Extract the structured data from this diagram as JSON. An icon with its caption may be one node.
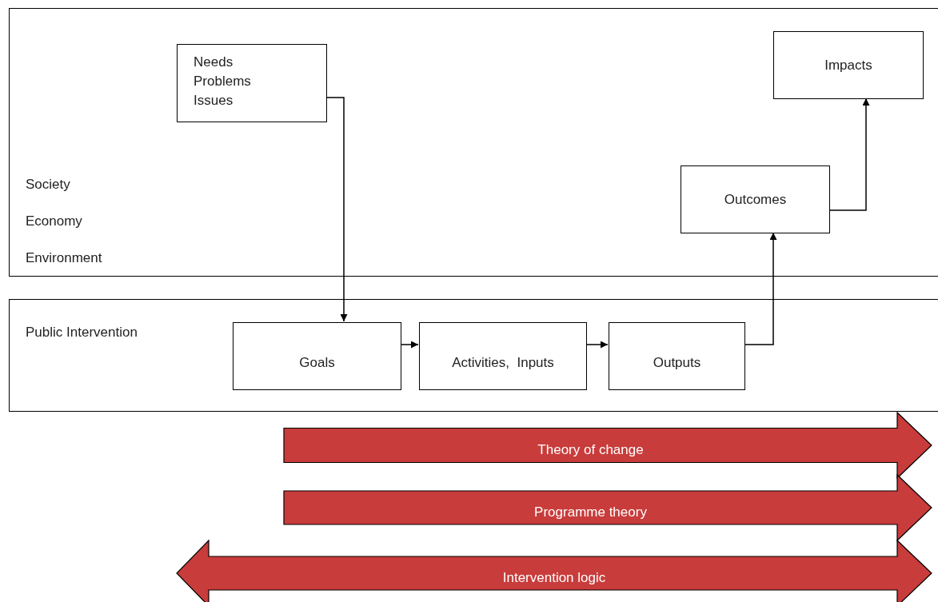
{
  "diagram": {
    "nodes": [
      {
        "text": [
          "Society",
          "Economy",
          "Environment"
        ]
      },
      {
        "text": [
          "Needs Problems Issues"
        ],
        "in": 0
      },
      {
        "text": [
          "Impacts"
        ],
        "in": 0
      },
      {
        "text": [
          "Outcomes"
        ],
        "in": 0
      },
      {
        "text": [
          "Public Intervention"
        ]
      },
      {
        "text": [
          "Goals"
        ],
        "in": 4
      },
      {
        "text": [
          "Activities,  Inputs"
        ],
        "in": 4
      },
      {
        "text": [
          "Outputs"
        ],
        "in": 4
      },
      {
        "text": [
          "Theory of change"
        ]
      },
      {
        "text": [
          "Programme theory"
        ]
      },
      {
        "text": [
          "Intervention logic"
        ]
      }
    ],
    "edges": [
      {
        "from": 1,
        "to": 5,
        "arrow": "to"
      },
      {
        "from": 5,
        "to": 6,
        "arrow": "to"
      },
      {
        "from": 6,
        "to": 7,
        "arrow": "to"
      },
      {
        "from": 7,
        "to": 3,
        "arrow": "to"
      },
      {
        "from": 3,
        "to": 2,
        "arrow": "to"
      }
    ]
  }
}
